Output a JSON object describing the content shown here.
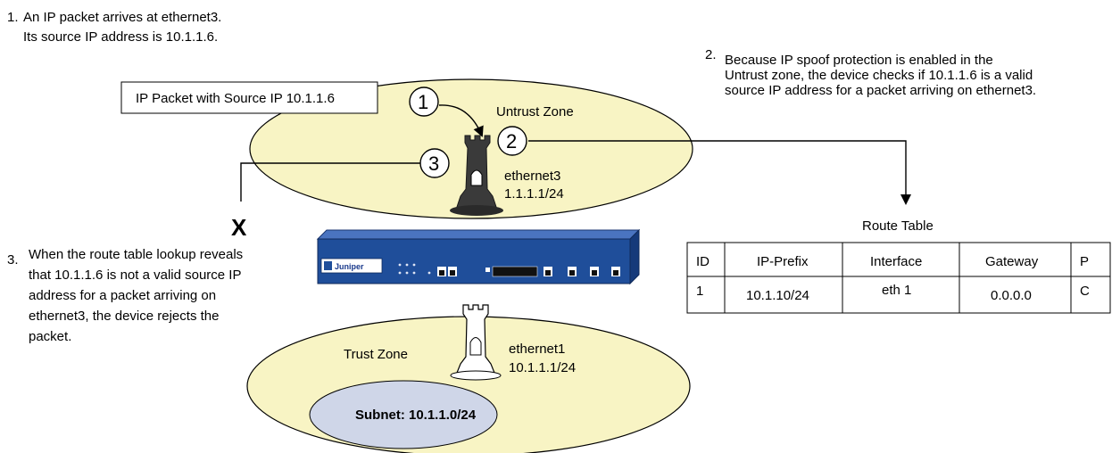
{
  "notes": {
    "step1": [
      "1.",
      "An IP packet arrives at ethernet3.",
      "Its source IP address is 10.1.1.6."
    ],
    "step2": [
      "2.",
      "Because IP spoof protection is enabled in the",
      "Untrust zone, the device checks if 10.1.1.6 is a valid",
      "source IP address for a packet arriving on ethernet3."
    ],
    "step3": [
      "3.",
      "When the route table lookup reveals",
      "that 10.1.1.6 is not a valid source IP",
      "address for a packet arriving on",
      "ethernet3, the device rejects the",
      "packet."
    ]
  },
  "packet_box": "IP Packet with Source IP 10.1.1.6",
  "markers": [
    "1",
    "2",
    "3"
  ],
  "reject_mark": "X",
  "untrust_zone": {
    "label": "Untrust Zone",
    "interface": "ethernet3",
    "ip": "1.1.1.1/24",
    "fill": "#f8f4c4"
  },
  "trust_zone": {
    "label": "Trust Zone",
    "interface": "ethernet1",
    "ip": "10.1.1.1/24",
    "fill": "#f8f4c4"
  },
  "subnet": {
    "label": "Subnet: 10.1.1.0/24",
    "fill": "#cfd6e8"
  },
  "device": {
    "brand": "Juniper",
    "color": "#1f4e9a"
  },
  "route_table": {
    "title": "Route Table",
    "headers": [
      "ID",
      "IP-Prefix",
      "Interface",
      "Gateway",
      "P"
    ],
    "rows": [
      [
        "1",
        "10.1.10/24",
        "eth 1",
        "0.0.0.0",
        "C"
      ]
    ]
  },
  "icons": {
    "security_tower": "castle-tower-icon",
    "firewall_device": "firewall-appliance-icon"
  }
}
